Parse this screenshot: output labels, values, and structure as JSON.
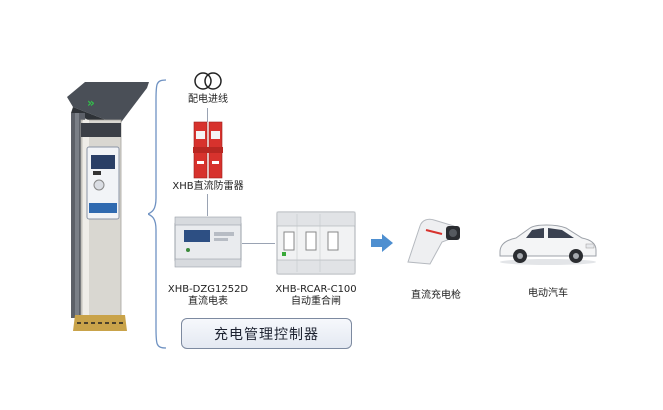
{
  "labels": {
    "incoming_line": "配电进线",
    "surge_protector": "XHB直流防雷器",
    "meter_model": "XHB-DZG1252D",
    "meter_name": "直流电表",
    "recloser_model": "XHB-RCAR-C100",
    "recloser_name": "自动重合闸",
    "dc_gun": "直流充电枪",
    "ev": "电动汽车",
    "controller": "充电管理控制器"
  },
  "colors": {
    "surge_red": "#d7322d",
    "arrow_blue": "#4e8fd0",
    "line_gray": "#9aa3b3",
    "brace_blue": "#6f92c2",
    "pillar_gold": "#c9a34a"
  },
  "icons": {
    "transformer": "transformer-icon",
    "flow": "arrow-right-icon"
  }
}
